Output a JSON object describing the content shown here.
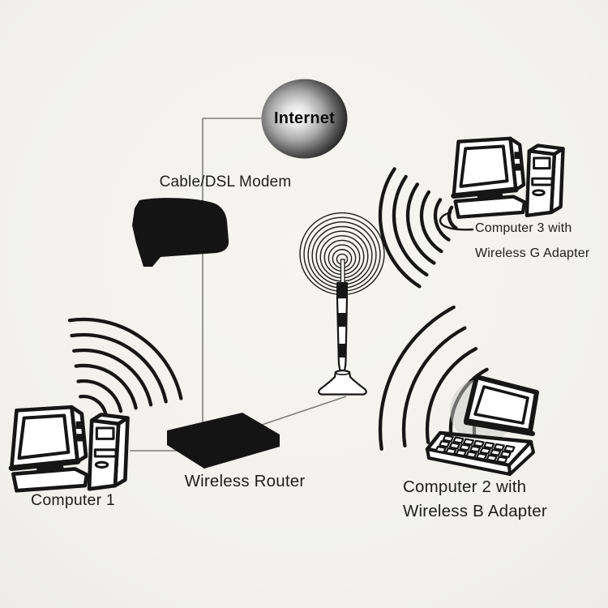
{
  "labels": {
    "internet": "Internet",
    "modem": "Cable/DSL Modem",
    "router": "Wireless Router",
    "computer1": "Computer 1",
    "computer2_line1": "Computer 2 with",
    "computer2_line2": "Wireless B Adapter",
    "computer3_line1": "Computer 3 with",
    "computer3_line2": "Wireless G Adapter"
  },
  "connections": [
    {
      "from": "internet",
      "to": "cable-dsl-modem",
      "type": "wired"
    },
    {
      "from": "cable-dsl-modem",
      "to": "wireless-router",
      "type": "wired"
    },
    {
      "from": "wireless-router",
      "to": "computer1",
      "type": "wired"
    },
    {
      "from": "wireless-router",
      "to": "antenna",
      "type": "wired"
    },
    {
      "from": "antenna",
      "to": "computer2",
      "type": "wireless"
    },
    {
      "from": "antenna",
      "to": "computer3",
      "type": "wireless"
    }
  ],
  "wireless_signals": [
    {
      "at": "computer1",
      "arcs": 6
    },
    {
      "at": "computer3",
      "arcs": 6
    },
    {
      "at": "computer2",
      "arcs": 5
    }
  ],
  "colors": {
    "background": "#f3f2ef",
    "ink": "#161616",
    "wire": "#7e7e7e",
    "sphere_light": "#ffffff",
    "sphere_dark": "#1a1a1a"
  }
}
